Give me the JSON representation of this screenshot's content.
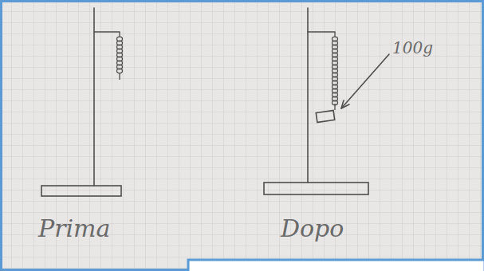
{
  "diagram": {
    "labels": [
      "Prima",
      "Dopo",
      "100g"
    ]
  }
}
